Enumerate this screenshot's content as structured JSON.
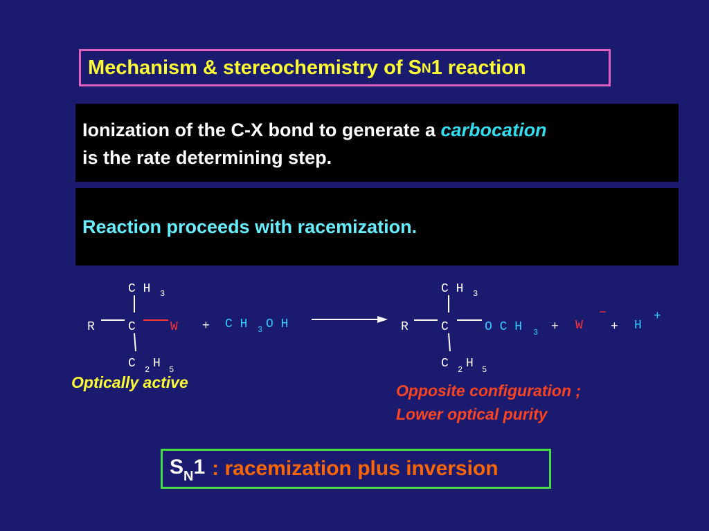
{
  "title": {
    "prefix": "Mechanism & stereochemistry of S",
    "sub": "N",
    "suffix": "1 reaction"
  },
  "box1": {
    "text_before": "Ionization of the C-X bond to generate a",
    "highlight": "carbocation",
    "text_after": "is the rate determining step."
  },
  "box2": {
    "text": "Reaction proceeds with racemization."
  },
  "reaction": {
    "left": {
      "top_group": "C H",
      "top_sub": "3",
      "r": "R",
      "center": "C",
      "leaving": "W",
      "bottom_group": "C",
      "bottom_sub1": "2",
      "bottom_h": "H",
      "bottom_sub2": "5"
    },
    "plus1": "+",
    "reagent": {
      "part1": "C H",
      "sub": "3",
      "part2": "O H"
    },
    "right": {
      "top_group": "C H",
      "top_sub": "3",
      "r": "R",
      "center": "C",
      "attached": "O C H",
      "attached_sub": "3",
      "bottom_group": "C",
      "bottom_sub1": "2",
      "bottom_h": "H",
      "bottom_sub2": "5"
    },
    "plus2": "+",
    "anion": {
      "symbol": "W",
      "charge": "−"
    },
    "plus3": "+",
    "cation": {
      "symbol": "H",
      "charge": "+"
    }
  },
  "labels": {
    "optically_active": "Optically active",
    "opposite_line1": "Opposite configuration ;",
    "opposite_line2": "Lower optical purity"
  },
  "footer": {
    "prefix": "S",
    "sub": "N",
    "num": "1",
    "rest": ": racemization plus inversion"
  },
  "colors": {
    "background": "#1a1a6e",
    "title_text": "#ffff33",
    "title_border": "#e060c0",
    "highlight": "#33ddee",
    "reagent": "#33ccff",
    "leaving_group": "#ff3333",
    "footer_border": "#44dd44",
    "footer_text": "#ff6600"
  }
}
